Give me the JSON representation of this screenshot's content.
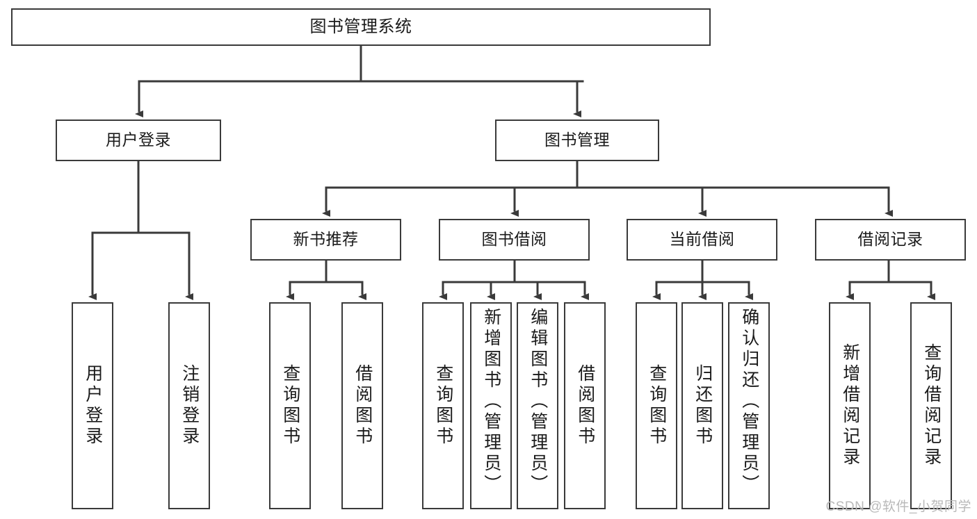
{
  "diagram": {
    "title": "图书管理系统",
    "type": "functional-structure-tree",
    "background_color": "#ffffff",
    "node_border_color": "#3a3a3a",
    "edge_color": "#3a3a3a",
    "text_color": "#1a1a1a"
  },
  "nodes": {
    "root": {
      "label": "图书管理系统"
    },
    "level2": [
      {
        "id": "user-login",
        "label": "用户登录"
      },
      {
        "id": "book-manage",
        "label": "图书管理"
      }
    ],
    "level3": [
      {
        "id": "new-book-rec",
        "label": "新书推荐"
      },
      {
        "id": "book-borrow",
        "label": "图书借阅"
      },
      {
        "id": "current-borrow",
        "label": "当前借阅"
      },
      {
        "id": "borrow-record",
        "label": "借阅记录"
      }
    ],
    "leaves": [
      {
        "id": "leaf-user-login",
        "label": "用户登录",
        "parent": "user-login"
      },
      {
        "id": "leaf-user-logout",
        "label": "注销登录",
        "parent": "user-login"
      },
      {
        "id": "leaf-query-book-1",
        "label": "查询图书",
        "parent": "new-book-rec"
      },
      {
        "id": "leaf-borrow-book-1",
        "label": "借阅图书",
        "parent": "new-book-rec"
      },
      {
        "id": "leaf-query-book-2",
        "label": "查询图书",
        "parent": "book-borrow"
      },
      {
        "id": "leaf-add-book",
        "label": "新增图书（管理员）",
        "parent": "book-borrow"
      },
      {
        "id": "leaf-edit-book",
        "label": "编辑图书（管理员）",
        "parent": "book-borrow"
      },
      {
        "id": "leaf-borrow-book-2",
        "label": "借阅图书",
        "parent": "book-borrow"
      },
      {
        "id": "leaf-query-book-3",
        "label": "查询图书",
        "parent": "current-borrow"
      },
      {
        "id": "leaf-return-book",
        "label": "归还图书",
        "parent": "current-borrow"
      },
      {
        "id": "leaf-confirm-return",
        "label": "确认归还（管理员）",
        "parent": "current-borrow"
      },
      {
        "id": "leaf-add-record",
        "label": "新增借阅记录",
        "parent": "borrow-record"
      },
      {
        "id": "leaf-query-record",
        "label": "查询借阅记录",
        "parent": "borrow-record"
      }
    ]
  },
  "watermark": {
    "text": "CSDN @软件_小贺同学"
  }
}
